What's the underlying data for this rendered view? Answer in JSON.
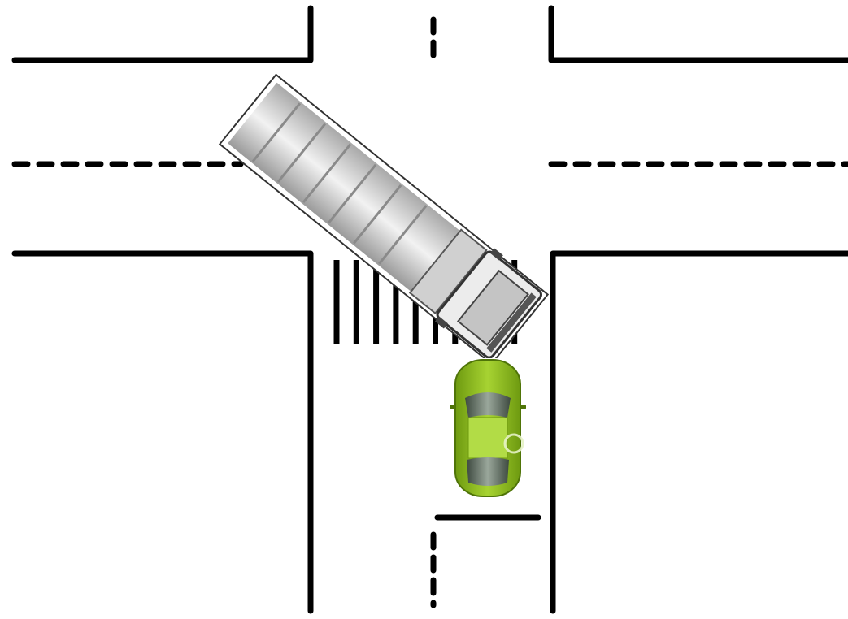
{
  "scene": {
    "type": "intersection-diagram",
    "background_color": "#ffffff",
    "line_color": "#000000",
    "roads": [
      "horizontal-road",
      "vertical-road"
    ],
    "markings": [
      "road-edge-lines",
      "center-dashed-lines",
      "crosswalk",
      "stop-line"
    ],
    "crosswalk_stripe_count": 10
  },
  "vehicles": [
    {
      "kind": "truck",
      "view": "top-down",
      "color": "#d8d8d8",
      "icon": "truck-icon",
      "heading": "turning-right-into-intersection"
    },
    {
      "kind": "car",
      "view": "top-down",
      "color": "#8cbf1e",
      "icon": "car-icon",
      "heading": "north"
    }
  ]
}
